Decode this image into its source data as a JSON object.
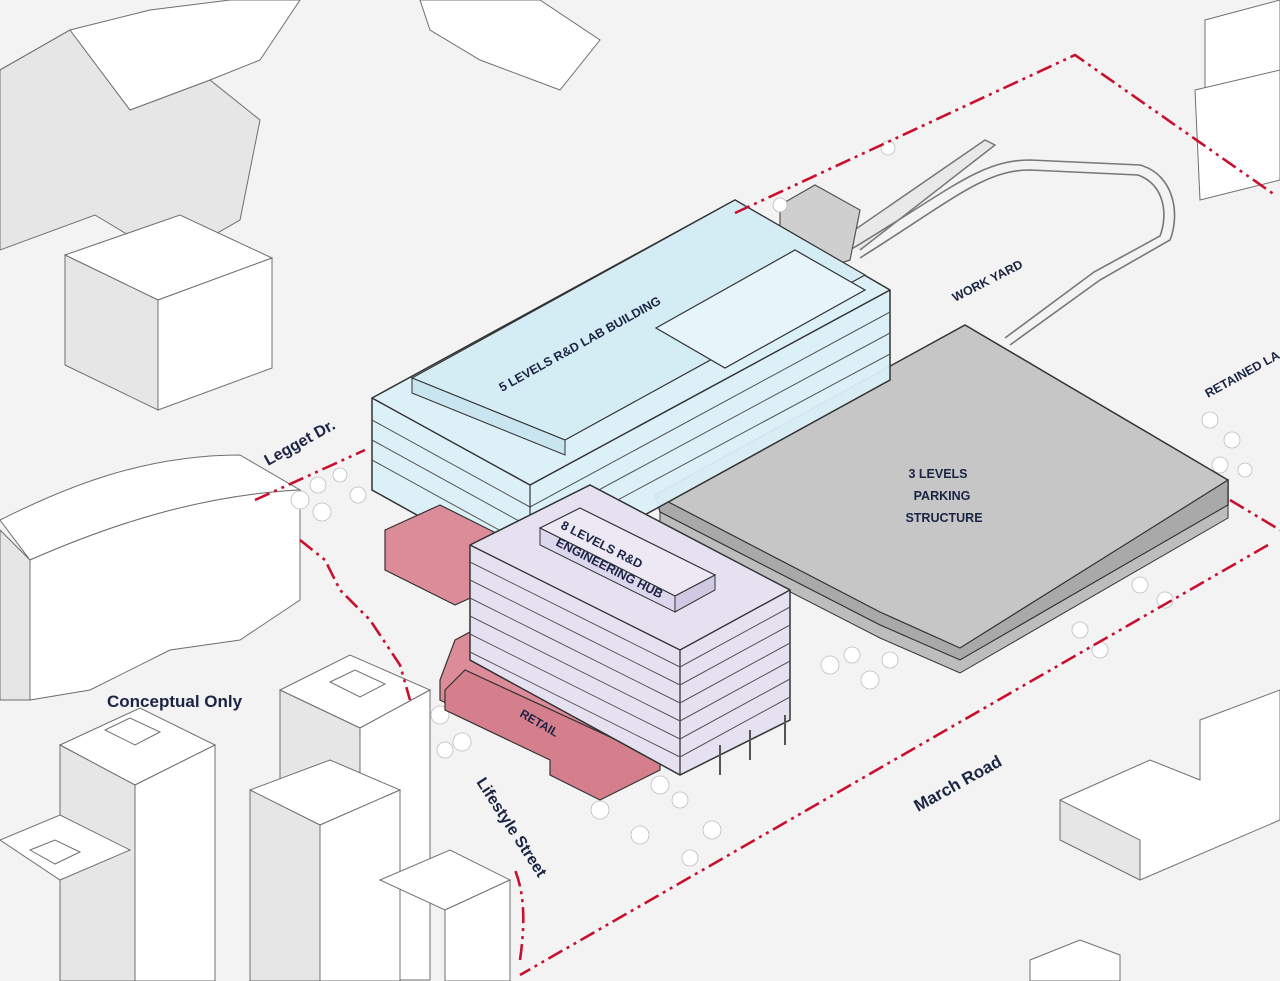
{
  "labels": {
    "lab_building": "5 LEVELS R&D LAB BUILDING",
    "parking_line1": "3 LEVELS",
    "parking_line2": "PARKING",
    "parking_line3": "STRUCTURE",
    "hub_line1": "8 LEVELS R&D",
    "hub_line2": "ENGINEERING HUB",
    "retail": "RETAIL",
    "work_yard": "WORK YARD",
    "retained": "RETAINED LA",
    "legget": "Legget Dr.",
    "march": "March Road",
    "lifestyle": "Lifestyle Street",
    "conceptual": "Conceptual Only"
  },
  "colors": {
    "lab_building": "#daf0f7",
    "engineering_hub": "#e5e1f1",
    "parking": "#bebebe",
    "retail": "#dc8c99",
    "boundary": "#c8102e",
    "label_text": "#1c2444"
  }
}
